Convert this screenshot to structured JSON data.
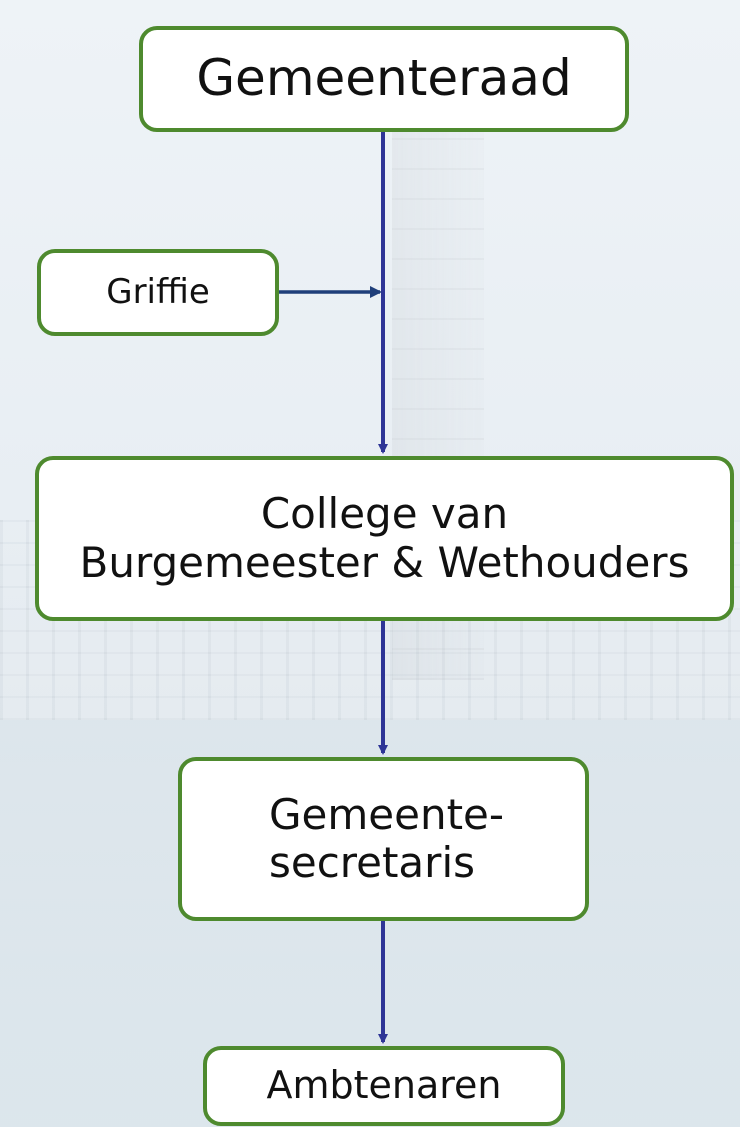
{
  "nodes": {
    "gemeenteraad": "Gemeenteraad",
    "griffie": "Griffie",
    "college_line1": "College van",
    "college_line2": "Burgemeester & Wethouders",
    "secretaris_line1": "Gemeente-",
    "secretaris_line2": "secretaris",
    "ambtenaren": "Ambtenaren"
  },
  "colors": {
    "node_border": "#4e8a2e",
    "main_arrow": "#2e3596",
    "griffie_arrow": "#1f3f7a"
  }
}
